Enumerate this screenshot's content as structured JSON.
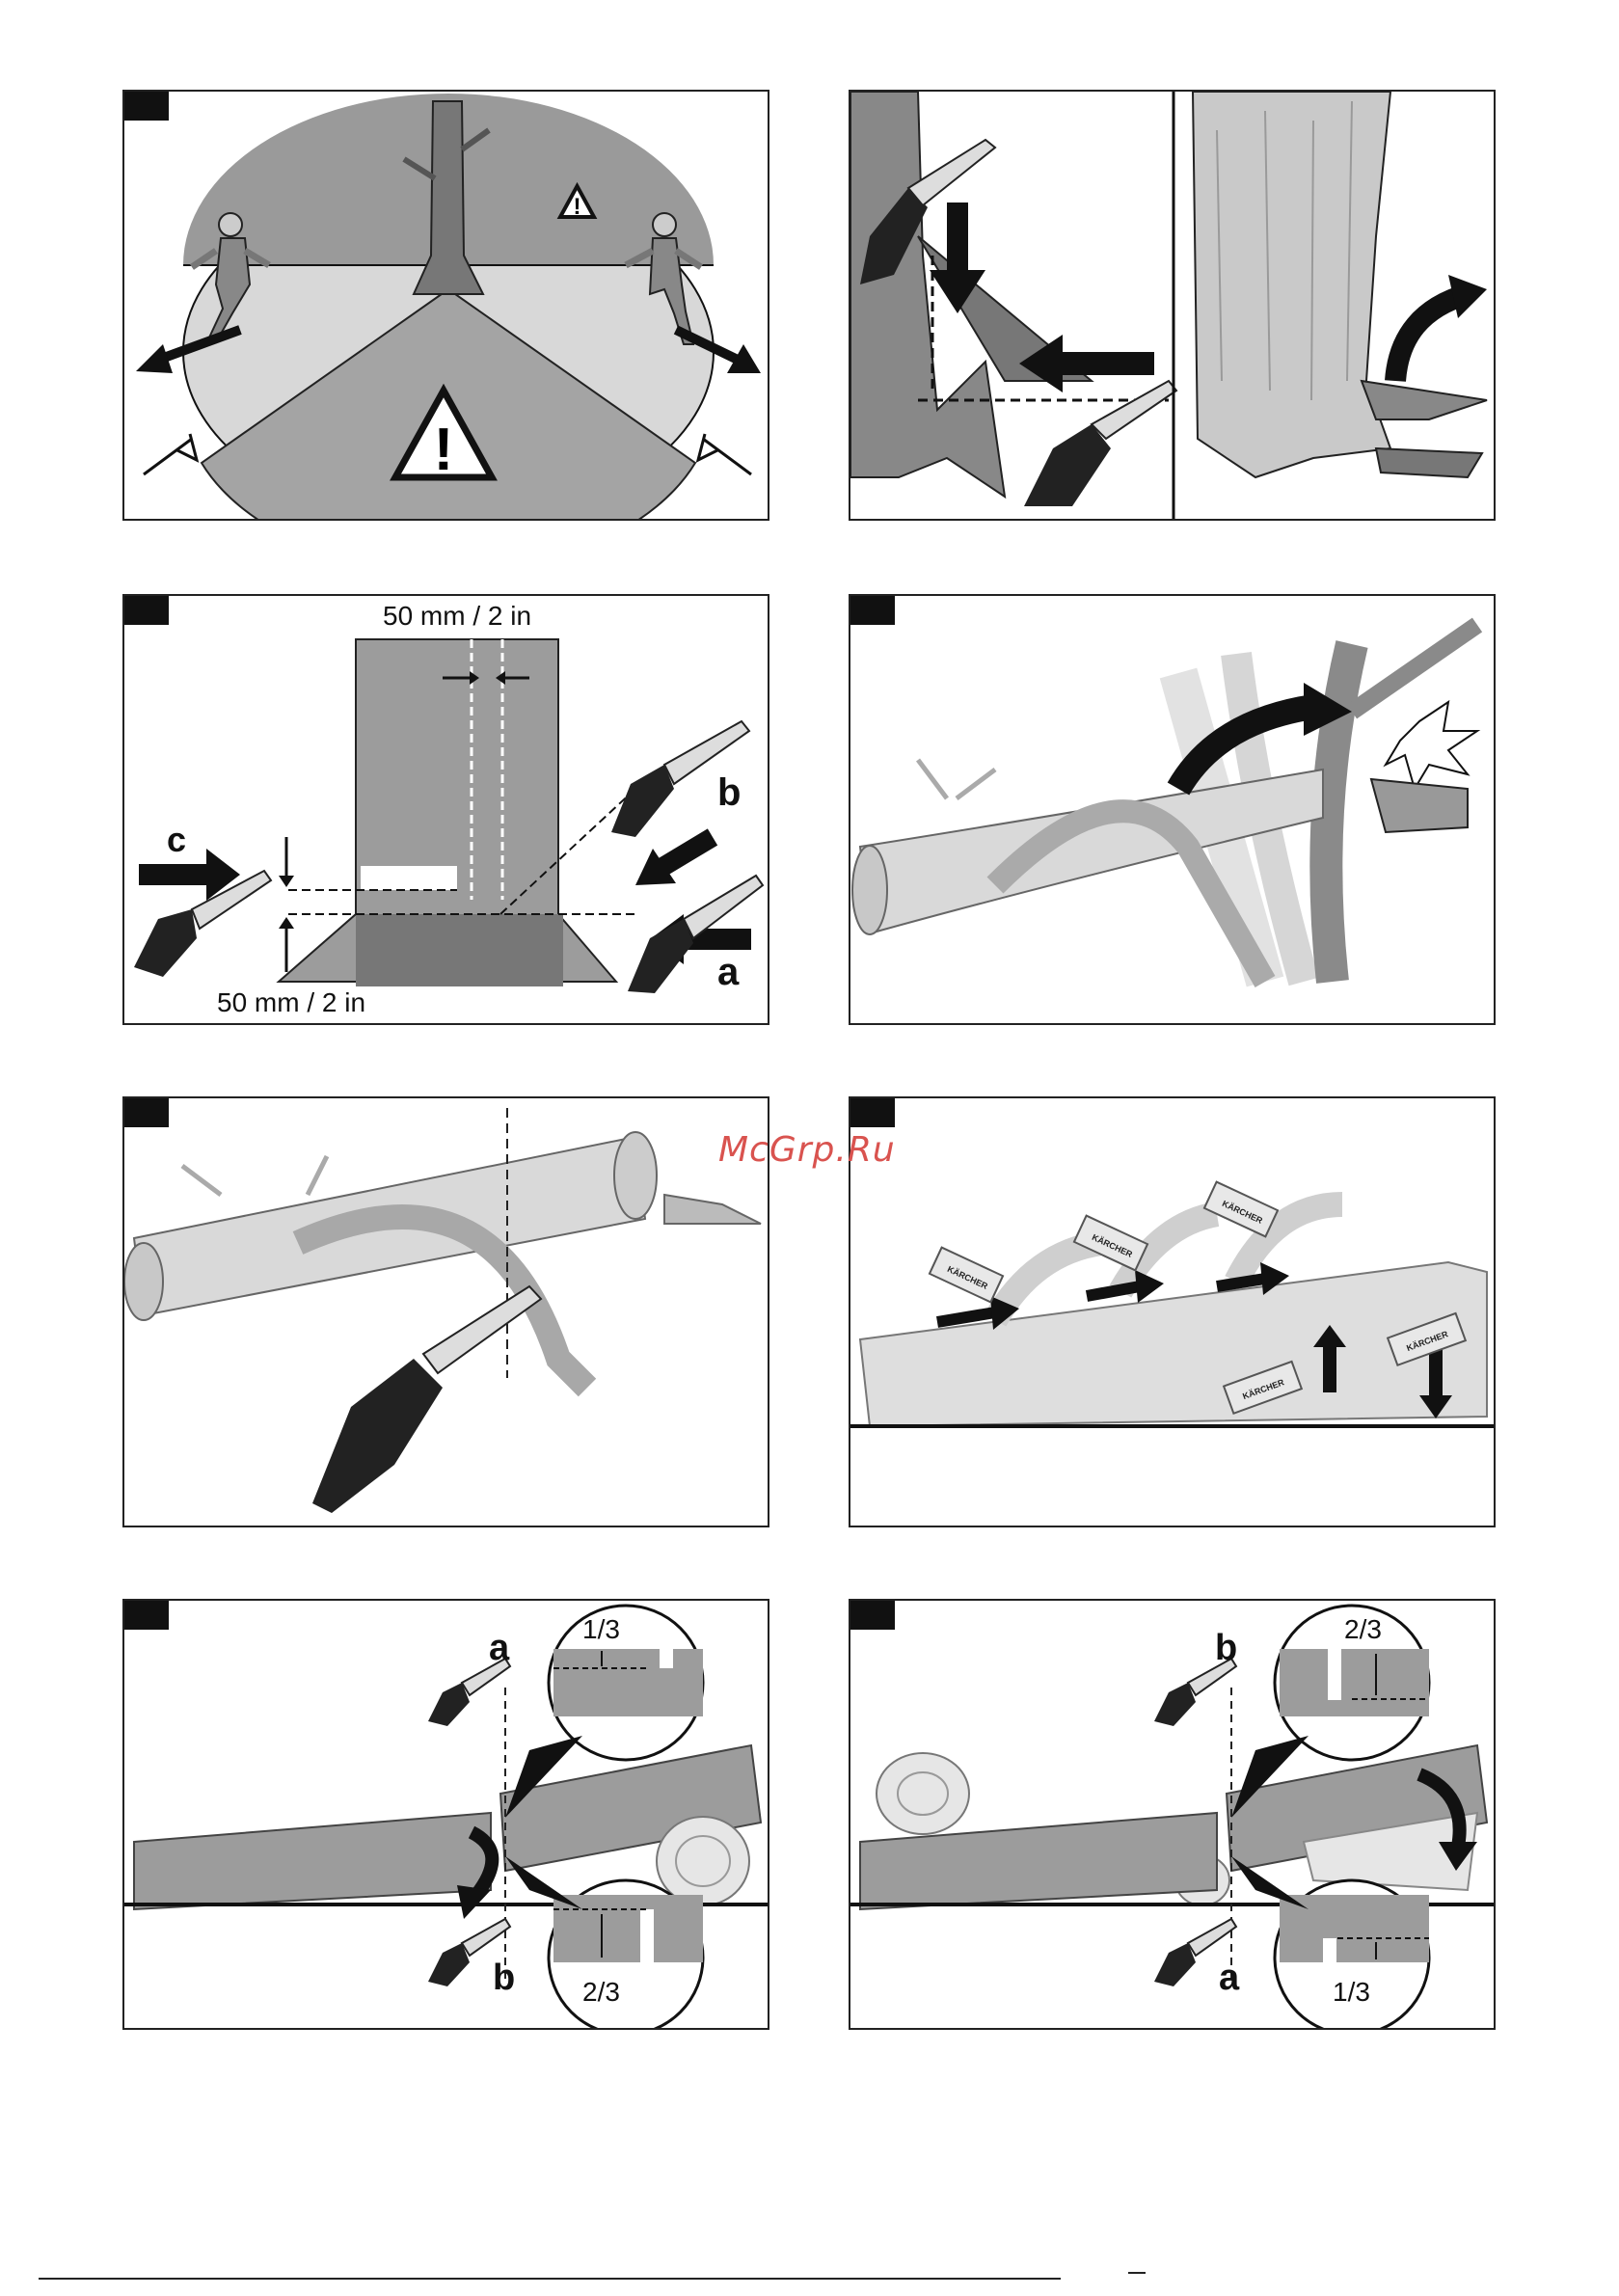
{
  "watermark": "McGrp.Ru",
  "panel3": {
    "top_dimension": "50 mm / 2 in",
    "bottom_dimension": "50 mm / 2 in",
    "label_a": "a",
    "label_b": "b",
    "label_c": "c"
  },
  "panel6": {
    "brand_text": "KÄRCHER"
  },
  "panel7": {
    "label_a": "a",
    "label_b": "b",
    "ratio_top": "1/3",
    "ratio_bottom": "2/3"
  },
  "panel8": {
    "label_a": "a",
    "label_b": "b",
    "ratio_top": "2/3",
    "ratio_bottom": "1/3"
  },
  "colors": {
    "dark": "#111111",
    "mid_gray": "#8a8a8a",
    "light_gray": "#cfcfcf",
    "wood": "#9c9c9c"
  }
}
